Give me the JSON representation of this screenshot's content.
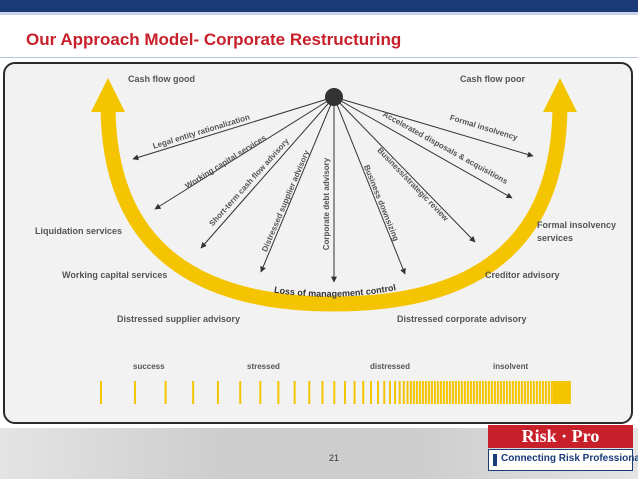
{
  "slide": {
    "title": "Our Approach Model- Corporate Restructuring",
    "page_number": "21"
  },
  "colors": {
    "title": "#c8202a",
    "top_bar": "#1a3a78",
    "arc": "#f5c400",
    "arrow_lines": "#333333",
    "logo_red": "#c8202a",
    "logo_blue": "#1a3a78"
  },
  "diagram": {
    "top_left_label": "Cash flow good",
    "top_right_label": "Cash flow poor",
    "arc_label": "Loss of management control",
    "side_labels": [
      "Liquidation services",
      "Working capital services",
      "Distressed supplier advisory",
      "Formal insolvency services",
      "Creditor advisory",
      "Distressed corporate advisory"
    ],
    "rays": [
      "Legal entity rationalization",
      "Working capital services",
      "Short-term cash flow advisory",
      "Distressed supplier advisory",
      "Corporate debt advisory",
      "Business downsizing",
      "Business/strategic review",
      "Accelerated disposals & acquisitions",
      "Formal insolvency"
    ],
    "stages": [
      "success",
      "stressed",
      "distressed",
      "insolvent"
    ]
  },
  "logo": {
    "name_left": "Risk",
    "separator": "·",
    "name_right": "Pro",
    "tagline": "Connecting Risk Professionals"
  }
}
